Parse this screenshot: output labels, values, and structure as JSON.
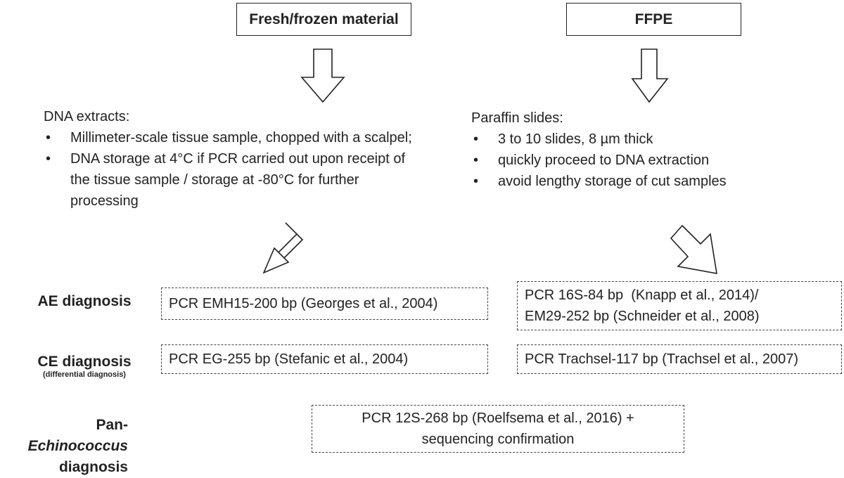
{
  "sources": {
    "fresh": "Fresh/frozen material",
    "ffpe": "FFPE"
  },
  "left": {
    "title": "DNA extracts:",
    "bullets": [
      "Millimeter-scale tissue sample, chopped with a scalpel;",
      "DNA storage at 4°C if PCR carried out upon receipt of the tissue sample / storage at -80°C for further processing"
    ]
  },
  "right": {
    "title": "Paraffin slides:",
    "bullets": [
      "3 to 10 slides, 8 µm thick",
      "quickly proceed to DNA extraction",
      "avoid lengthy storage of cut samples"
    ]
  },
  "rows": {
    "ae": {
      "label": "AE diagnosis",
      "left": "PCR EMH15-200 bp (Georges et al., 2004)",
      "right_line1": "PCR 16S-84 bp  (Knapp et al., 2014)/",
      "right_line2": "EM29-252 bp (Schneider et al., 2008)"
    },
    "ce": {
      "label": "CE diagnosis",
      "sublabel": "(differential diagnosis)",
      "left": "PCR EG-255 bp (Stefanic et al., 2004)",
      "right": "PCR Trachsel-117 bp (Trachsel et al., 2007)"
    },
    "pan": {
      "label_prefix": "Pan-",
      "label_italic": "Echinococcus",
      "label_line2": "diagnosis",
      "box_line1": "PCR 12S-268 bp (Roelfsema et al., 2016) +",
      "box_line2": "sequencing confirmation"
    }
  }
}
